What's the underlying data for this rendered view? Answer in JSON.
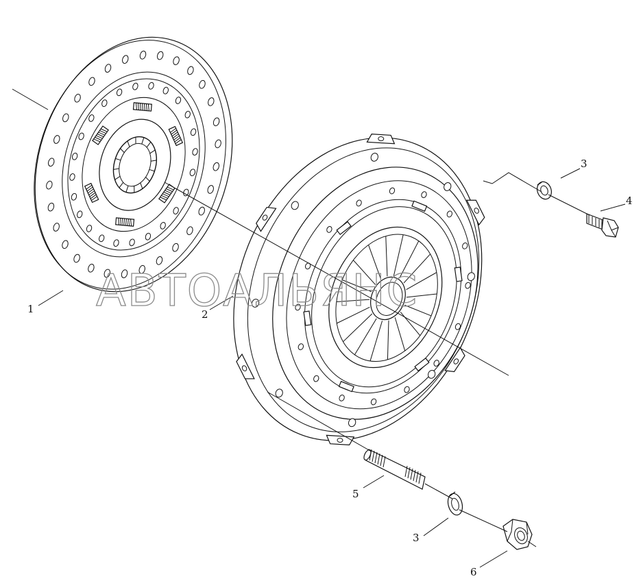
{
  "watermark": "АВТОАЛЬЯНС",
  "callouts": {
    "clutch_disc": "1",
    "pressure_plate": "2",
    "lock_washer_top": "3",
    "bolt": "4",
    "stud": "5",
    "lock_washer_bottom": "3",
    "nut": "6"
  }
}
